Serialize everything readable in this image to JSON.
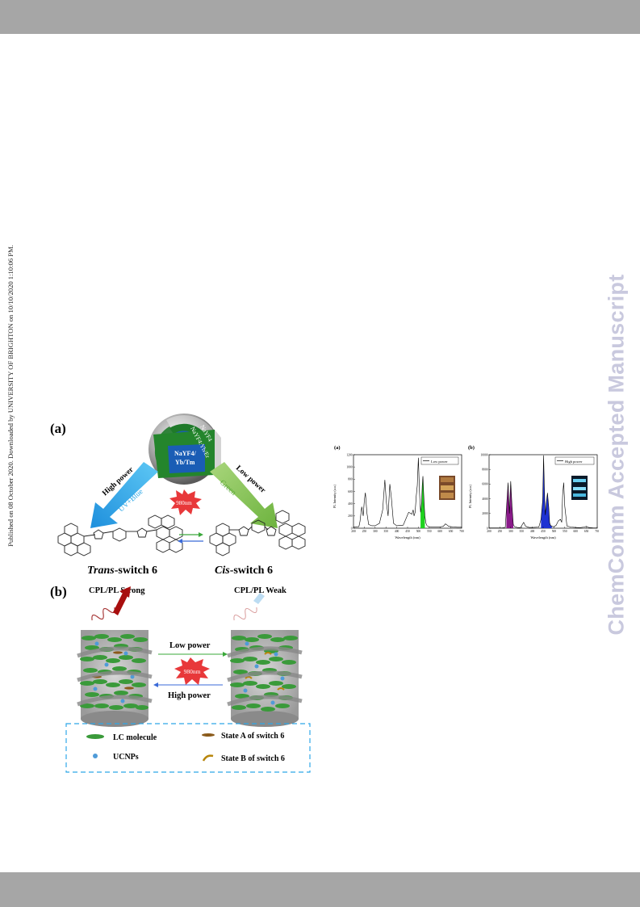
{
  "header": {
    "color": "#a6a6a6"
  },
  "footer": {
    "color": "#a6a6a6"
  },
  "side_note": "Published on 08 October 2020. Downloaded by UNIVERSITY OF BRIGHTON on 10/10/2020 1:10:06 PM.",
  "watermark": "ChemComm Accepted Manuscript",
  "figure_left": {
    "panel_a": {
      "label": "(a)",
      "shell_outer": "NaYF4",
      "shell_inner": "NaYF4:Yb/Er",
      "core_line1": "NaYF4/",
      "core_line2": "Yb/Tm",
      "high_power": "High power",
      "low_power": "Low power",
      "uv_blue": "UV+Blue",
      "green": "Green",
      "laser": "980nm",
      "trans_italic": "Trans",
      "trans_rest": "-switch 6",
      "cis_italic": "Cis",
      "cis_rest": "-switch 6"
    },
    "panel_b": {
      "label": "(b)",
      "cpl_strong": "CPL/PL Strong",
      "cpl_weak": "CPL/PL Weak",
      "low_power": "Low power",
      "high_power": "High power",
      "laser": "980nm",
      "legend": {
        "lc_molecule": "LC molecule",
        "ucnps": "UCNPs",
        "state_a": "State A of switch 6",
        "state_b": "State B of switch 6"
      }
    },
    "colors": {
      "uv_blue_arrow": "#2fa8e8",
      "green_arrow": "#7ec04a",
      "lc_green": "#3a9a3a",
      "laser_red": "#e8383a",
      "ucnp_blue": "#4f9bd8",
      "switch_brown": "#8a5a1a"
    }
  },
  "figure_right": {
    "panel_a": {
      "label": "(a)",
      "legend": "Low power",
      "ylabel": "PL Intensity (a.u.)",
      "xlabel": "Wavelength (nm)"
    },
    "panel_b": {
      "label": "(b)",
      "legend": "High power",
      "ylabel": "PL Intensity (a.u.)",
      "xlabel": "Wavelength (nm)"
    }
  },
  "chart_data": [
    {
      "type": "line",
      "title": "",
      "xlabel": "Wavelength (nm)",
      "ylabel": "PL Intensity (a.u.)",
      "xlim": [
        200,
        700
      ],
      "ylim": [
        0,
        1200
      ],
      "xticks": [
        "200",
        "250",
        "300",
        "350",
        "400",
        "450",
        "500",
        "550",
        "600",
        "650",
        "700"
      ],
      "yticks": [
        "0",
        "200",
        "400",
        "600",
        "800",
        "1000",
        "1200"
      ],
      "legend_position": "top-right",
      "fill_color": "#1ed21e",
      "fill_range": [
        510,
        530
      ],
      "series": [
        {
          "name": "Low power",
          "x": [
            200,
            225,
            230,
            238,
            245,
            250,
            255,
            262,
            270,
            285,
            300,
            320,
            335,
            345,
            352,
            360,
            368,
            375,
            385,
            400,
            430,
            455,
            470,
            476,
            480,
            485,
            490,
            495,
            500,
            505,
            510,
            515,
            518,
            521,
            524,
            527,
            530,
            535,
            540,
            548,
            560,
            580,
            600,
            615,
            625,
            630,
            640,
            660,
            680,
            700
          ],
          "y": [
            20,
            25,
            110,
            350,
            200,
            450,
            580,
            250,
            60,
            40,
            40,
            80,
            300,
            790,
            420,
            200,
            720,
            500,
            80,
            40,
            50,
            260,
            230,
            300,
            200,
            260,
            520,
            700,
            1150,
            600,
            260,
            420,
            700,
            850,
            600,
            380,
            200,
            80,
            40,
            25,
            20,
            20,
            20,
            30,
            70,
            60,
            30,
            20,
            15,
            15
          ]
        }
      ]
    },
    {
      "type": "line",
      "title": "",
      "xlabel": "Wavelength (nm)",
      "ylabel": "PL Intensity (a.u.)",
      "xlim": [
        200,
        700
      ],
      "ylim": [
        0,
        10000
      ],
      "xticks": [
        "200",
        "250",
        "300",
        "350",
        "400",
        "450",
        "500",
        "550",
        "600",
        "650",
        "700"
      ],
      "yticks": [
        "0",
        "2000",
        "4000",
        "6000",
        "8000",
        "10000"
      ],
      "legend_position": "top-right",
      "fill_regions": [
        {
          "range": [
            280,
            312
          ],
          "color": "#8a1a8a"
        },
        {
          "range": [
            440,
            490
          ],
          "color": "#1e32d2"
        }
      ],
      "series": [
        {
          "name": "High power",
          "x": [
            200,
            230,
            260,
            275,
            282,
            288,
            294,
            300,
            306,
            312,
            318,
            330,
            345,
            360,
            368,
            375,
            385,
            400,
            430,
            440,
            448,
            452,
            456,
            460,
            465,
            470,
            476,
            480,
            484,
            490,
            500,
            510,
            520,
            530,
            536,
            540,
            545,
            550,
            560,
            580,
            600,
            620,
            640,
            650,
            660,
            680,
            700
          ],
          "y": [
            30,
            30,
            40,
            120,
            3500,
            6200,
            2000,
            6400,
            3000,
            500,
            200,
            100,
            80,
            800,
            300,
            200,
            100,
            100,
            150,
            1200,
            3800,
            9900,
            5000,
            1800,
            3500,
            4800,
            2800,
            700,
            400,
            250,
            200,
            400,
            1000,
            1200,
            800,
            4500,
            6200,
            3000,
            300,
            150,
            100,
            80,
            150,
            250,
            100,
            50,
            40
          ]
        }
      ]
    }
  ]
}
